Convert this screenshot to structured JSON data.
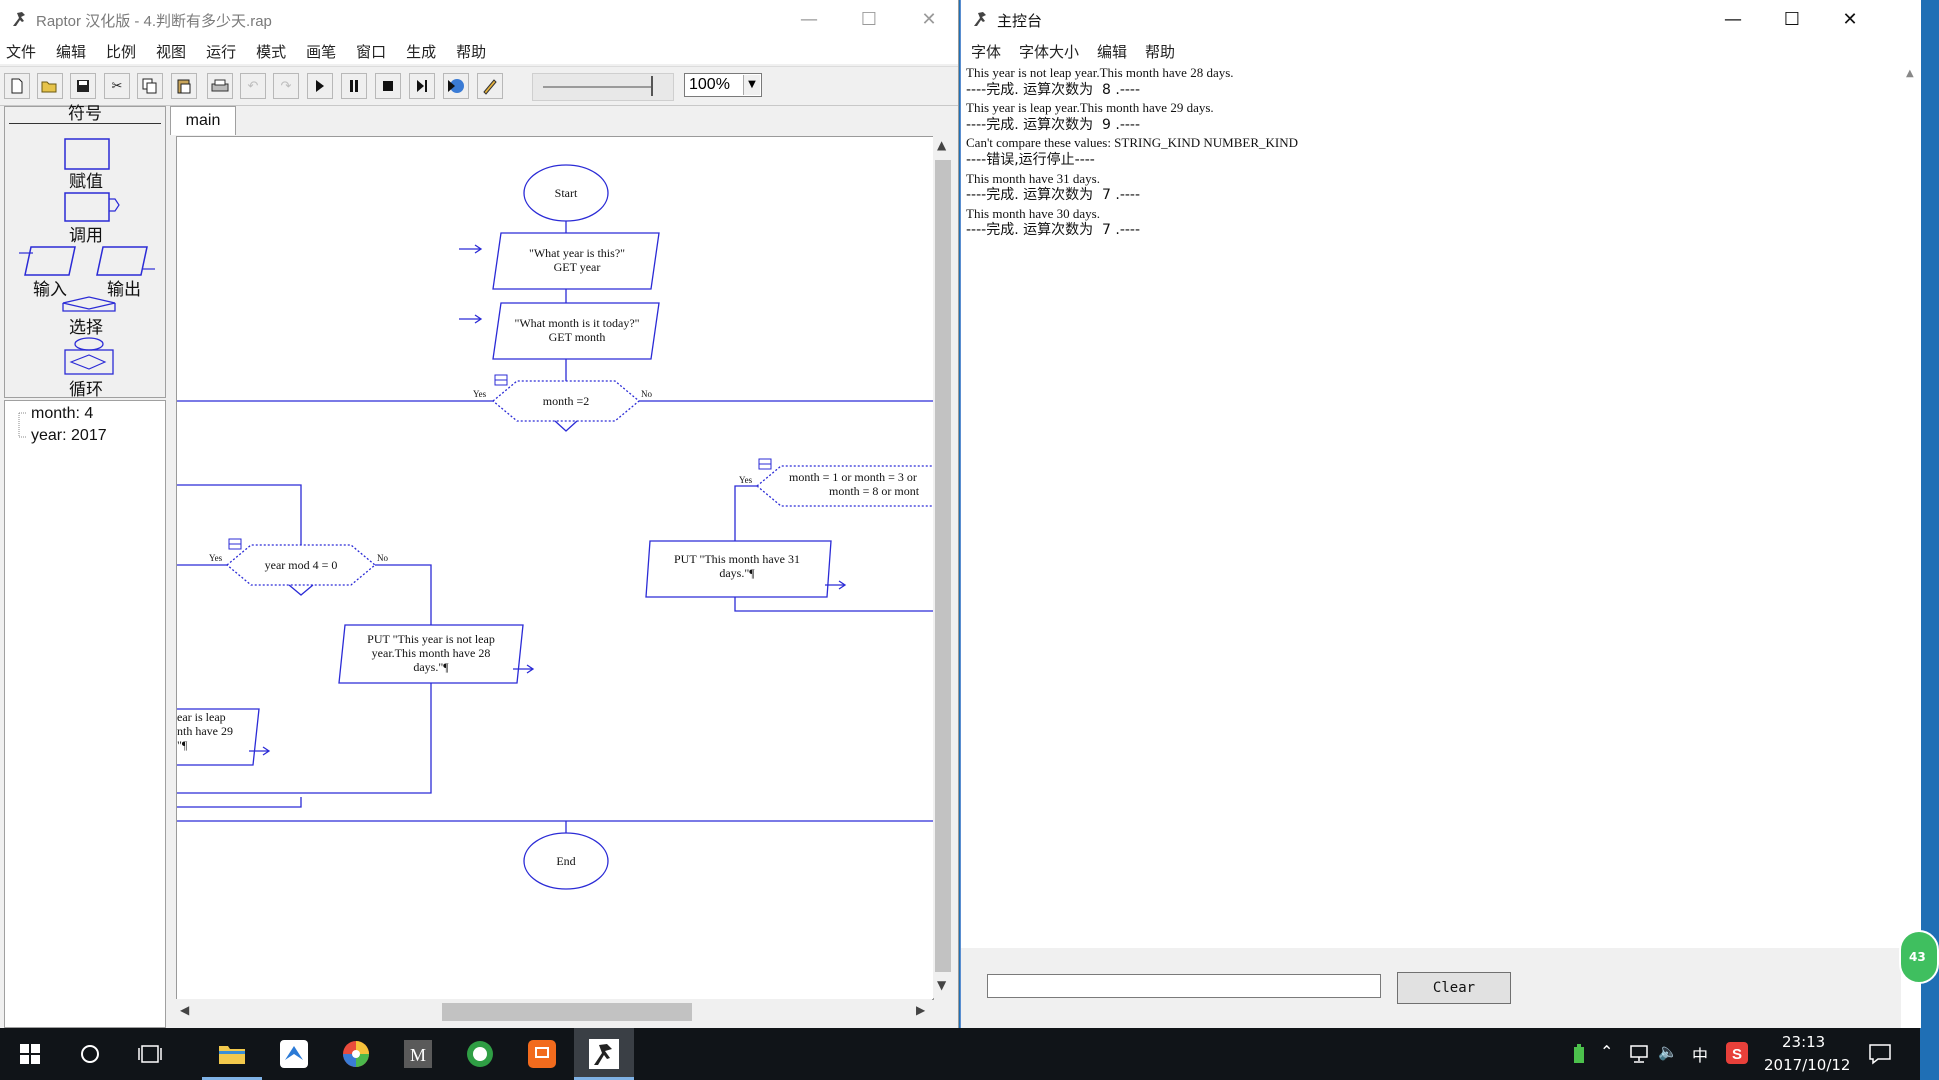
{
  "raptor": {
    "title": "Raptor 汉化版 - 4.判断有多少天.rap",
    "menu": [
      "文件",
      "编辑",
      "比例",
      "视图",
      "运行",
      "模式",
      "画笔",
      "窗口",
      "生成",
      "帮助"
    ],
    "zoom": "100%",
    "palette": {
      "header": "符号",
      "assign": "赋值",
      "call": "调用",
      "input": "输入",
      "output": "输出",
      "selection": "选择",
      "loop": "循环"
    },
    "variables": [
      "month: 4",
      "year: 2017"
    ],
    "tab": "main",
    "flowchart": {
      "start": "Start",
      "end": "End",
      "input1_line1": "\"What year is this?\"",
      "input1_line2": "GET year",
      "input2_line1": "\"What month is it today?\"",
      "input2_line2": "GET month",
      "decision1": "month =2",
      "decision2": "year mod 4 = 0",
      "decision3_line1": "month = 1 or month = 3 or",
      "decision3_line2": "month = 8 or mont",
      "put31_line1": "PUT \"This month have 31",
      "put31_line2": "days.\"¶",
      "put28_line1": "PUT \"This year is not leap",
      "put28_line2": "year.This month have 28",
      "put28_line3": "days.\"¶",
      "put29_line1": "ear is leap",
      "put29_line2": "nth have 29",
      "put29_line3": "\"¶",
      "yes": "Yes",
      "no": "No"
    }
  },
  "console": {
    "title": "主控台",
    "menu": [
      "字体",
      "字体大小",
      "编辑",
      "帮助"
    ],
    "lines": [
      "This year is not leap year.This month have 28 days.",
      "----完成. 运算次数为  8 .----",
      "This year is leap year.This month have 29 days.",
      "----完成. 运算次数为  9 .----",
      "Can't compare these values: STRING_KIND NUMBER_KIND",
      "----错误,运行停止----",
      "This month have 31 days.",
      "----完成. 运算次数为  7 .----",
      "This month have 30 days.",
      "----完成. 运算次数为  7 .----"
    ],
    "input_value": "",
    "clear_label": "Clear",
    "side_badge": "43"
  },
  "taskbar": {
    "time": "23:13",
    "date": "2017/10/12",
    "ime": "中"
  },
  "colors": {
    "flow": "#2b2bd6",
    "taskbar": "#101418"
  }
}
